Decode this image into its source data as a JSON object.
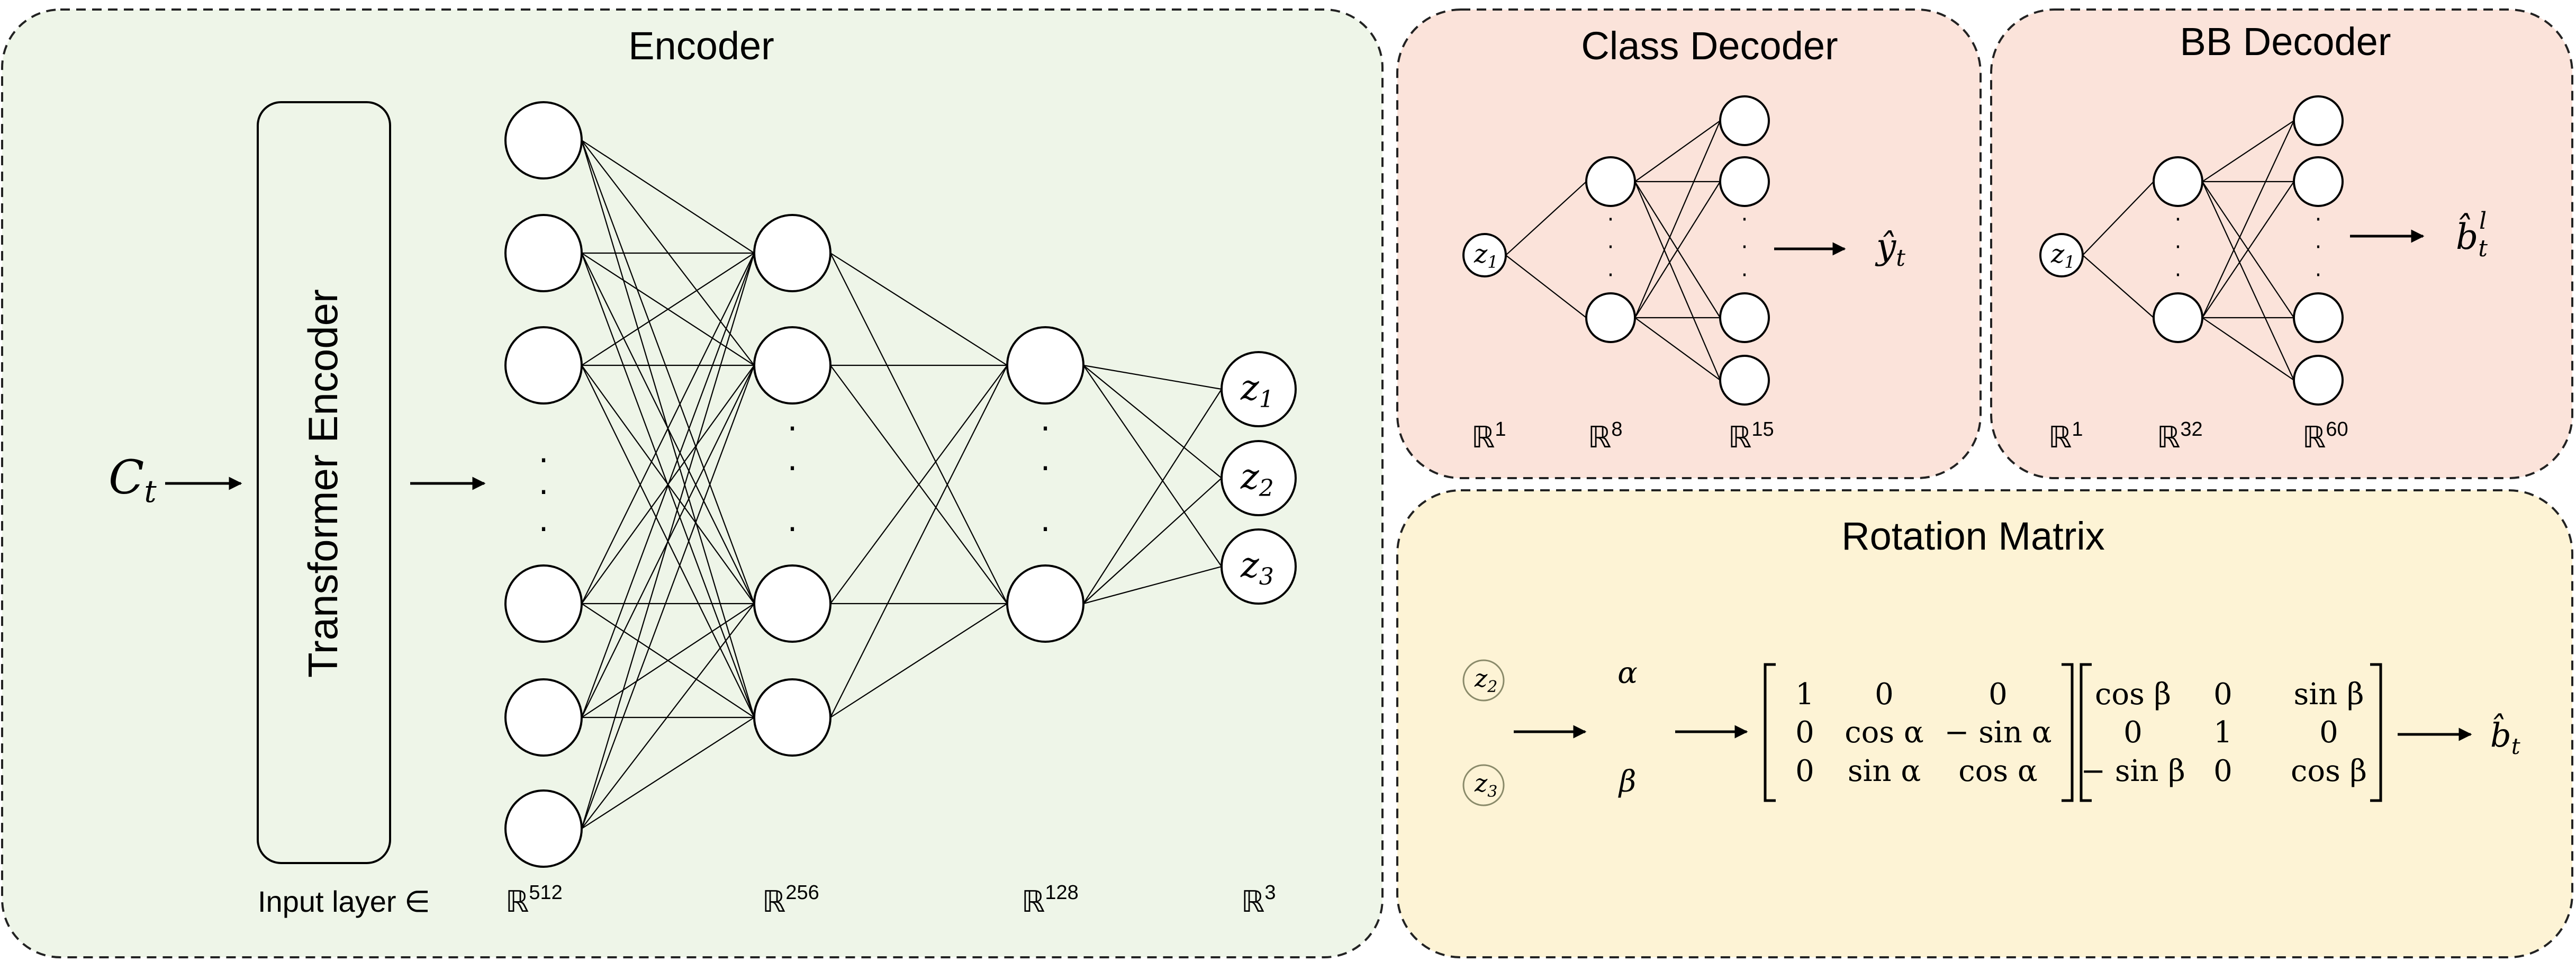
{
  "colors": {
    "encoder_bg": "#eef5e8",
    "decoder_bg": "#fbe3da",
    "rotation_bg": "#fdf3d5",
    "border": "#222222"
  },
  "encoder": {
    "title": "Encoder",
    "input_symbol": "C",
    "input_subscript": "t",
    "transformer_label": "Transformer Encoder",
    "input_layer_label": "Input layer ∈",
    "dims": [
      {
        "base": "ℝ",
        "sup": "512"
      },
      {
        "base": "ℝ",
        "sup": "256"
      },
      {
        "base": "ℝ",
        "sup": "128"
      },
      {
        "base": "ℝ",
        "sup": "3"
      }
    ],
    "latents": [
      {
        "sym": "z",
        "sub": "1"
      },
      {
        "sym": "z",
        "sub": "2"
      },
      {
        "sym": "z",
        "sub": "3"
      }
    ],
    "ellipsis": "·"
  },
  "class_decoder": {
    "title": "Class Decoder",
    "input": {
      "sym": "z",
      "sub": "1"
    },
    "output": {
      "sym": "ŷ",
      "sub": "t"
    },
    "dims": [
      {
        "base": "ℝ",
        "sup": "1"
      },
      {
        "base": "ℝ",
        "sup": "8"
      },
      {
        "base": "ℝ",
        "sup": "15"
      }
    ]
  },
  "bb_decoder": {
    "title": "BB Decoder",
    "input": {
      "sym": "z",
      "sub": "1"
    },
    "output": {
      "sym": "b̂",
      "sub": "t",
      "sup": "l"
    },
    "dims": [
      {
        "base": "ℝ",
        "sup": "1"
      },
      {
        "base": "ℝ",
        "sup": "32"
      },
      {
        "base": "ℝ",
        "sup": "60"
      }
    ]
  },
  "rotation": {
    "title": "Rotation Matrix",
    "inputs": [
      {
        "sym": "z",
        "sub": "2"
      },
      {
        "sym": "z",
        "sub": "3"
      }
    ],
    "angles": [
      "α",
      "β"
    ],
    "matrix_x": [
      [
        "1",
        "0",
        "0"
      ],
      [
        "0",
        "cos α",
        "− sin α"
      ],
      [
        "0",
        "sin α",
        "cos α"
      ]
    ],
    "matrix_y": [
      [
        "cos β",
        "0",
        "sin β"
      ],
      [
        "0",
        "1",
        "0"
      ],
      [
        "− sin β",
        "0",
        "cos β"
      ]
    ],
    "output": {
      "sym": "b̂",
      "sub": "t"
    }
  }
}
